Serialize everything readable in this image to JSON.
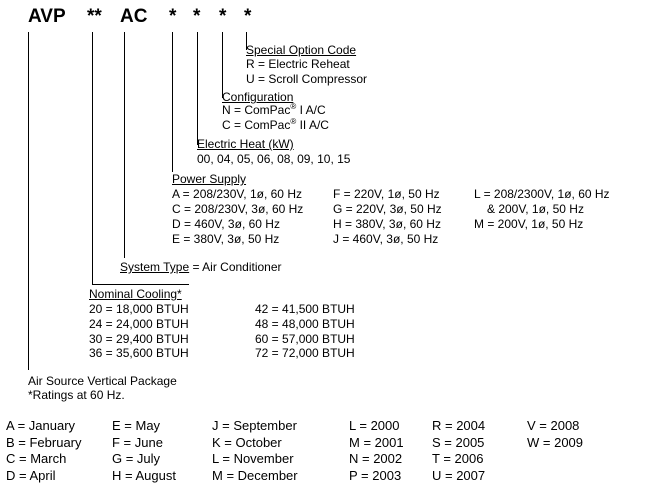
{
  "header": {
    "segments": [
      "AVP",
      "**",
      "AC",
      "*",
      "*",
      "*",
      "*"
    ]
  },
  "special_option": {
    "title": "Special Option Code",
    "items": [
      "R = Electric Reheat",
      "U = Scroll Compressor"
    ]
  },
  "configuration": {
    "title": "Configuration",
    "items": [
      {
        "prefix": "N = ComPac",
        "sup": "®",
        "suffix": " I A/C"
      },
      {
        "prefix": "C = ComPac",
        "sup": "®",
        "suffix": " II A/C"
      }
    ]
  },
  "electric_heat": {
    "title": "Electric Heat (kW)",
    "values": "00, 04, 05, 06, 08, 09, 10, 15"
  },
  "power_supply": {
    "title": "Power  Supply",
    "col1": [
      "A = 208/230V, 1ø, 60 Hz",
      "C = 208/230V, 3ø, 60 Hz",
      "D = 460V, 3ø, 60 Hz",
      "E = 380V, 3ø, 50 Hz"
    ],
    "col2": [
      "F = 220V, 1ø, 50 Hz",
      "G = 220V, 3ø, 50 Hz",
      "H = 380V, 3ø, 60 Hz",
      "J = 460V, 3ø, 50 Hz"
    ],
    "col3": [
      "L = 208/2300V, 1ø, 60 Hz",
      "& 200V, 1ø, 50 Hz",
      "M = 200V, 1ø, 50 Hz"
    ]
  },
  "system_type": {
    "title": "System Type",
    "value": " = Air Conditioner"
  },
  "nominal_cooling": {
    "title": "Nominal Cooling*",
    "col1": [
      "20 = 18,000 BTUH",
      "24 = 24,000 BTUH",
      "30 = 29,400 BTUH",
      "36 = 35,600 BTUH"
    ],
    "col2": [
      "42 = 41,500 BTUH",
      "48 = 48,000 BTUH",
      "60 = 57,000 BTUH",
      "72 = 72,000 BTUH"
    ]
  },
  "footer_note": {
    "line1": "Air Source Vertical Package",
    "line2": "*Ratings at 60 Hz."
  },
  "legend": {
    "months_col1": [
      "A = January",
      "B = February",
      "C = March",
      "D = April"
    ],
    "months_col2": [
      "E = May",
      "F = June",
      "G = July",
      "H = August"
    ],
    "months_col3": [
      "J = September",
      "K = October",
      "L = November",
      "M = December"
    ],
    "years_col1": [
      "L = 2000",
      "M = 2001",
      "N = 2002",
      "P = 2003"
    ],
    "years_col2": [
      "R = 2004",
      "S = 2005",
      "T = 2006",
      "U = 2007"
    ],
    "years_col3": [
      "V = 2008",
      "W = 2009"
    ]
  }
}
